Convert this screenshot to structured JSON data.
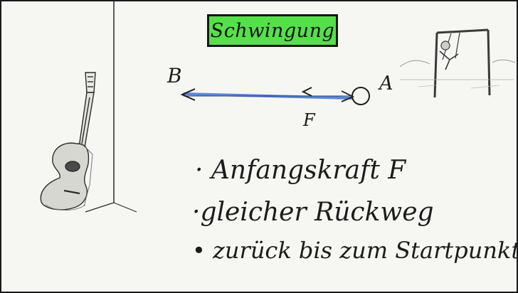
{
  "title": "Schwingung",
  "diagram": {
    "label_b": "B",
    "label_a": "A",
    "label_f": "F"
  },
  "bullets": [
    "· Anfangskraft F",
    "·gleicher Rückweg",
    "• zurück bis zum Startpunkt"
  ],
  "colors": {
    "title_background": "#55e04a",
    "arrow": "#5b86d6",
    "board": "#f6f6f3",
    "ink": "#1c1c1c"
  },
  "icons": {
    "left_illustration": "guitar-icon",
    "right_illustration": "swing-icon"
  }
}
